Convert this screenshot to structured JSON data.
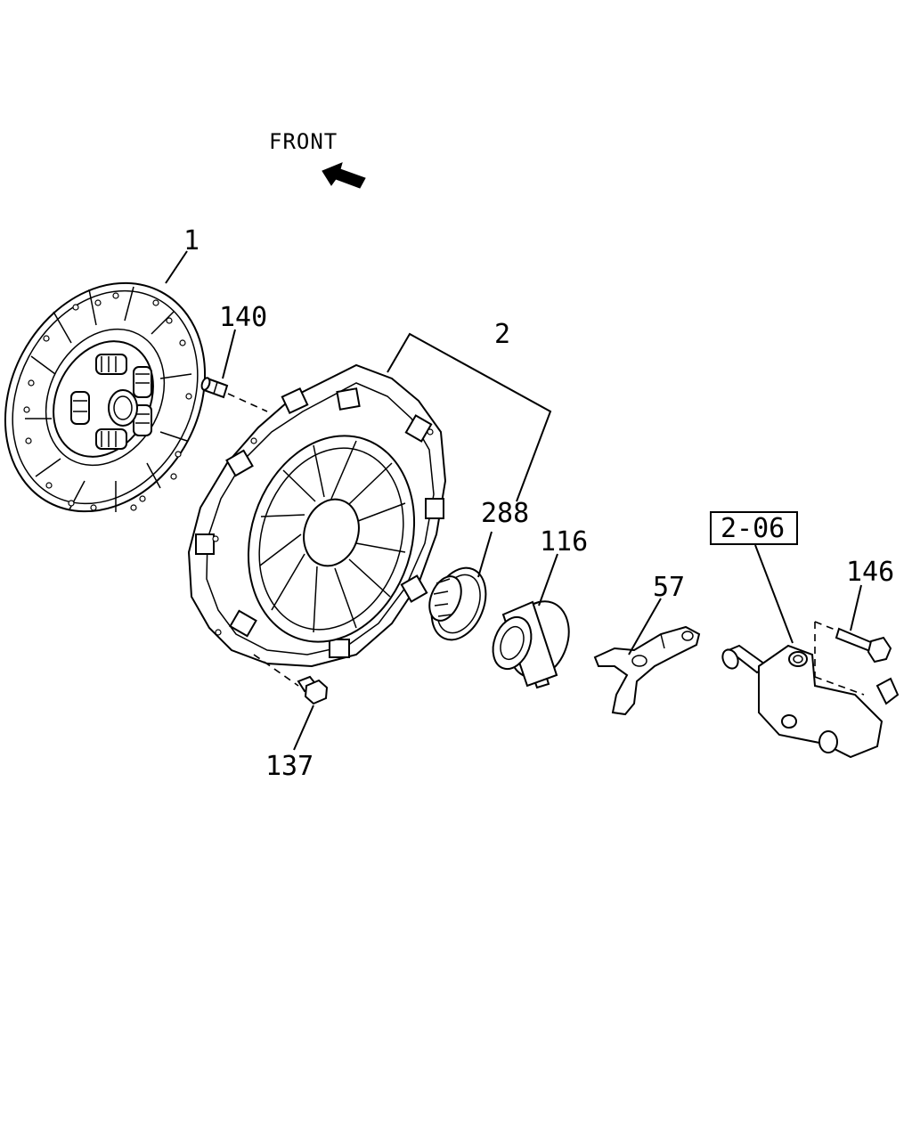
{
  "direction": {
    "text": "FRONT"
  },
  "callouts": {
    "c1": "1",
    "c2": "2",
    "c140": "140",
    "c288": "288",
    "c116": "116",
    "c57": "57",
    "c206": "2-06",
    "c146": "146",
    "c137": "137"
  }
}
